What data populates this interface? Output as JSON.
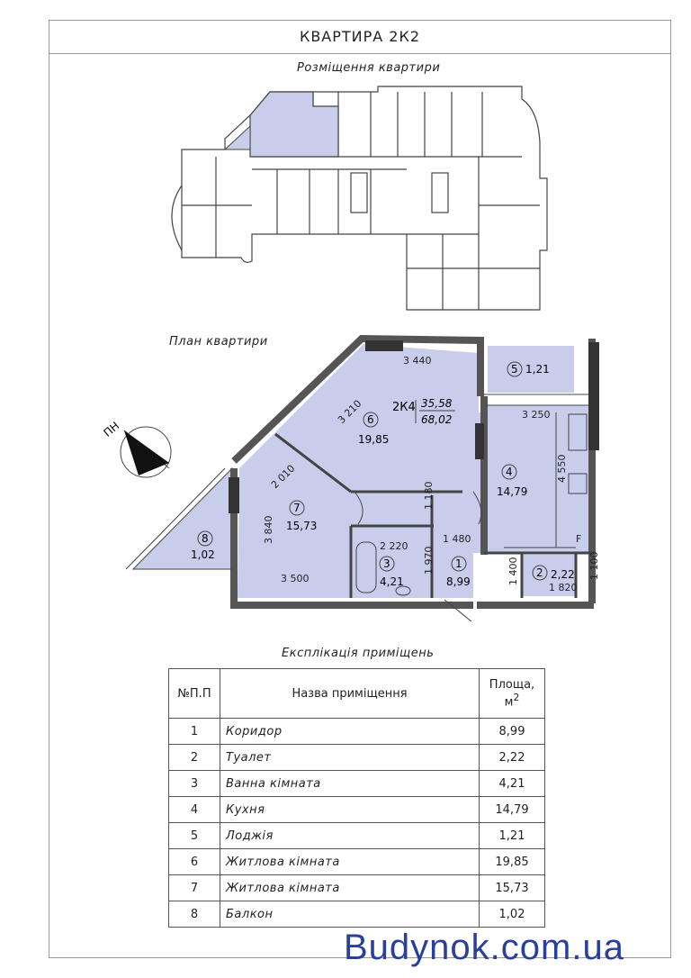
{
  "title": "КВАРТИРА 2К2",
  "location_caption": "Розміщення квартири",
  "plan_caption": "План квартири",
  "compass_label": "ПН",
  "apartment": {
    "code": "2К4",
    "living_area": "35,58",
    "total_area": "68,02"
  },
  "rooms": [
    {
      "num": "1",
      "area": "8,99"
    },
    {
      "num": "2",
      "area": "2,22"
    },
    {
      "num": "3",
      "area": "4,21"
    },
    {
      "num": "4",
      "area": "14,79"
    },
    {
      "num": "5",
      "area": "1,21"
    },
    {
      "num": "6",
      "area": "19,85"
    },
    {
      "num": "7",
      "area": "15,73"
    },
    {
      "num": "8",
      "area": "1,02"
    }
  ],
  "dimensions": [
    "3 440",
    "3 210",
    "2 010",
    "3 840",
    "3 500",
    "3 250",
    "4 550",
    "1 180",
    "2 220",
    "1 970",
    "1 480",
    "1 400",
    "1 820",
    "1 100"
  ],
  "kitchen_mark": "F",
  "table": {
    "caption": "Експлікація приміщень",
    "headers": {
      "num": "№П.П",
      "name": "Назва приміщення",
      "area": "Площа,",
      "area_unit": "м",
      "area_sup": "2"
    },
    "rows": [
      {
        "num": "1",
        "name": "Коридор",
        "area": "8,99"
      },
      {
        "num": "2",
        "name": "Туалет",
        "area": "2,22"
      },
      {
        "num": "3",
        "name": "Ванна кімната",
        "area": "4,21"
      },
      {
        "num": "4",
        "name": "Кухня",
        "area": "14,79"
      },
      {
        "num": "5",
        "name": "Лоджія",
        "area": "1,21"
      },
      {
        "num": "6",
        "name": "Житлова кімната",
        "area": "19,85"
      },
      {
        "num": "7",
        "name": "Житлова кімната",
        "area": "15,73"
      },
      {
        "num": "8",
        "name": "Балкон",
        "area": "1,02"
      }
    ]
  },
  "watermark": "Budynok.com.ua",
  "colors": {
    "room_fill": "#c9cdec",
    "wall": "#555555",
    "line": "#444444",
    "watermark": "#2a3f9c"
  }
}
